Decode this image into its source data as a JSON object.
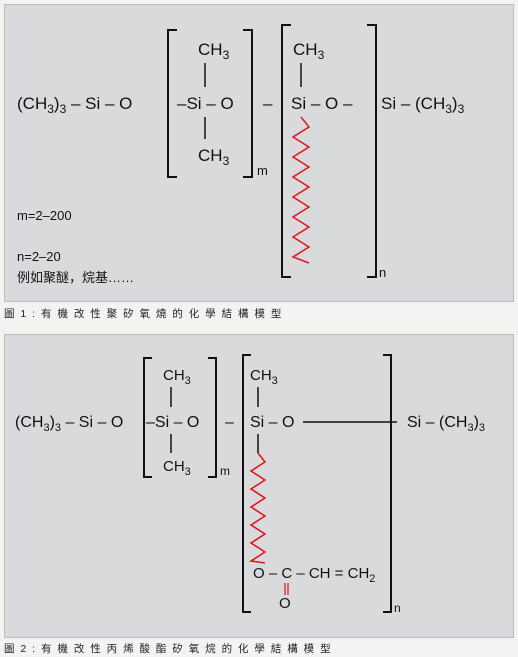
{
  "figure1": {
    "caption": "圖 1 : 有 機 改 性 聚 矽 氧 燒 的 化 學 結 構 模 型",
    "left_group": "(CH3)3 – Si – O",
    "ch3": "CH3",
    "si": "Si",
    "o": "O",
    "right_group": "Si – (CH3)3",
    "m": "m",
    "n": "n",
    "note_m": "m=2–200",
    "note_n": "n=2–20",
    "note_example": "例如聚醚，烷基……",
    "chain_color": "#e3121a"
  },
  "figure2": {
    "caption": "圖 2 : 有 機 改 性 丙 烯 酸 酯 矽 氧 烷 的 化 學 結 構 模 型",
    "left_group": "(CH3)3 – Si – O",
    "ch3": "CH3",
    "si": "Si",
    "o": "O",
    "right_group": "Si – (CH3)3",
    "m": "m",
    "n": "n",
    "ester_o": "O",
    "ester_c": "C",
    "ester_vinyl": "CH = CH2",
    "carbonyl_o": "O",
    "chain_color": "#e3121a"
  }
}
